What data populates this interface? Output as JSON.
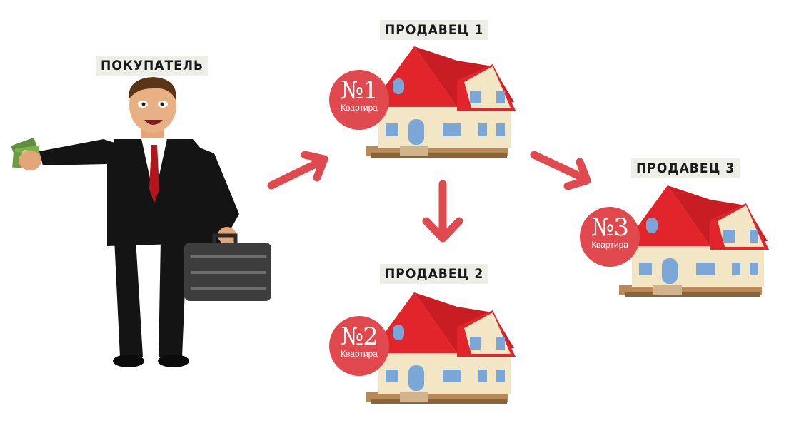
{
  "buyer": {
    "label": "ПОКУПАТЕЛЬ"
  },
  "sellers": [
    {
      "label": "ПРОДАВЕЦ 1",
      "badge_number": "№1",
      "badge_text": "Квартира"
    },
    {
      "label": "ПРОДАВЕЦ 2",
      "badge_number": "№2",
      "badge_text": "Квартира"
    },
    {
      "label": "ПРОДАВЕЦ 3",
      "badge_number": "№3",
      "badge_text": "Квартира"
    }
  ],
  "colors": {
    "accent": "#e04a4f",
    "roof": "#e2242b",
    "wall": "#f2e6c4",
    "suit": "#141414",
    "label_bg": "#eeeee8"
  },
  "icons": [
    "businessman-icon",
    "money-icon",
    "briefcase-icon",
    "house-icon",
    "arrow-icon"
  ]
}
